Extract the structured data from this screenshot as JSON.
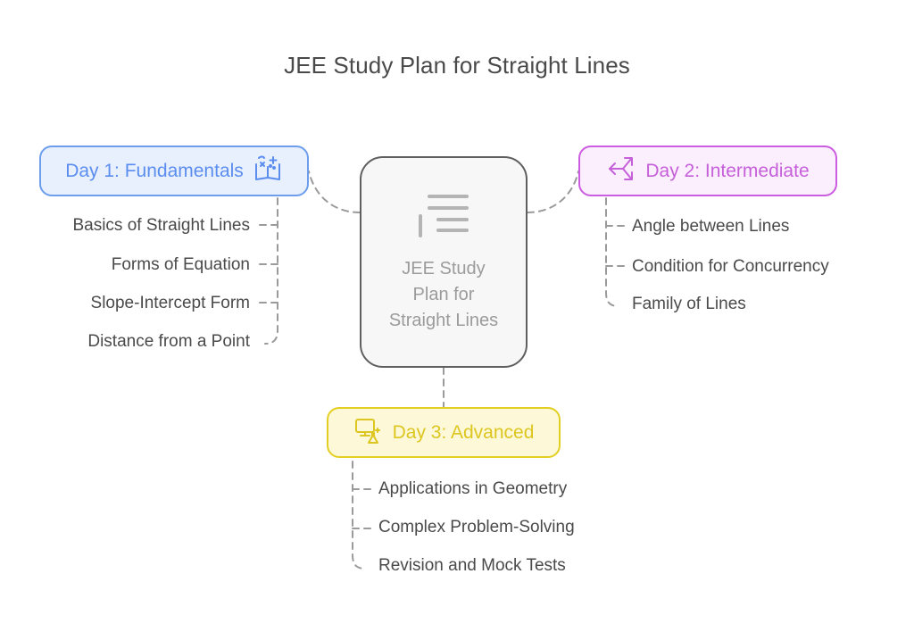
{
  "page": {
    "title": "JEE Study Plan for Straight Lines",
    "background_color": "#ffffff"
  },
  "center": {
    "label": "JEE Study Plan for Straight Lines",
    "icon": "text-lines-icon",
    "fill_color": "#f7f7f7",
    "border_color": "#5f5f5f",
    "text_color": "#9b9b9b"
  },
  "branches": [
    {
      "id": "day1",
      "label": "Day 1: Fundamentals",
      "icon": "open-book-math-icon",
      "accent_color": "#5b8def",
      "border_color": "#6d9eeb",
      "fill_color": "#e8f0fe",
      "side": "left",
      "items": [
        "Basics of Straight Lines",
        "Forms of Equation",
        "Slope-Intercept Form",
        "Distance from a Point"
      ]
    },
    {
      "id": "day2",
      "label": "Day 2: Intermediate",
      "icon": "diverging-arrows-icon",
      "accent_color": "#c660da",
      "border_color": "#cc5ce0",
      "fill_color": "#fbeefd",
      "side": "right",
      "items": [
        "Angle between Lines",
        "Condition for Concurrency",
        "Family of Lines"
      ]
    },
    {
      "id": "day3",
      "label": "Day 3: Advanced",
      "icon": "computer-flask-icon",
      "accent_color": "#ddc61f",
      "border_color": "#e3cf22",
      "fill_color": "#fcf8d8",
      "side": "bottom",
      "items": [
        "Applications in Geometry",
        "Complex Problem-Solving",
        "Revision and Mock Tests"
      ]
    }
  ],
  "connector": {
    "color": "#9a9a9a",
    "style": "dashed"
  }
}
